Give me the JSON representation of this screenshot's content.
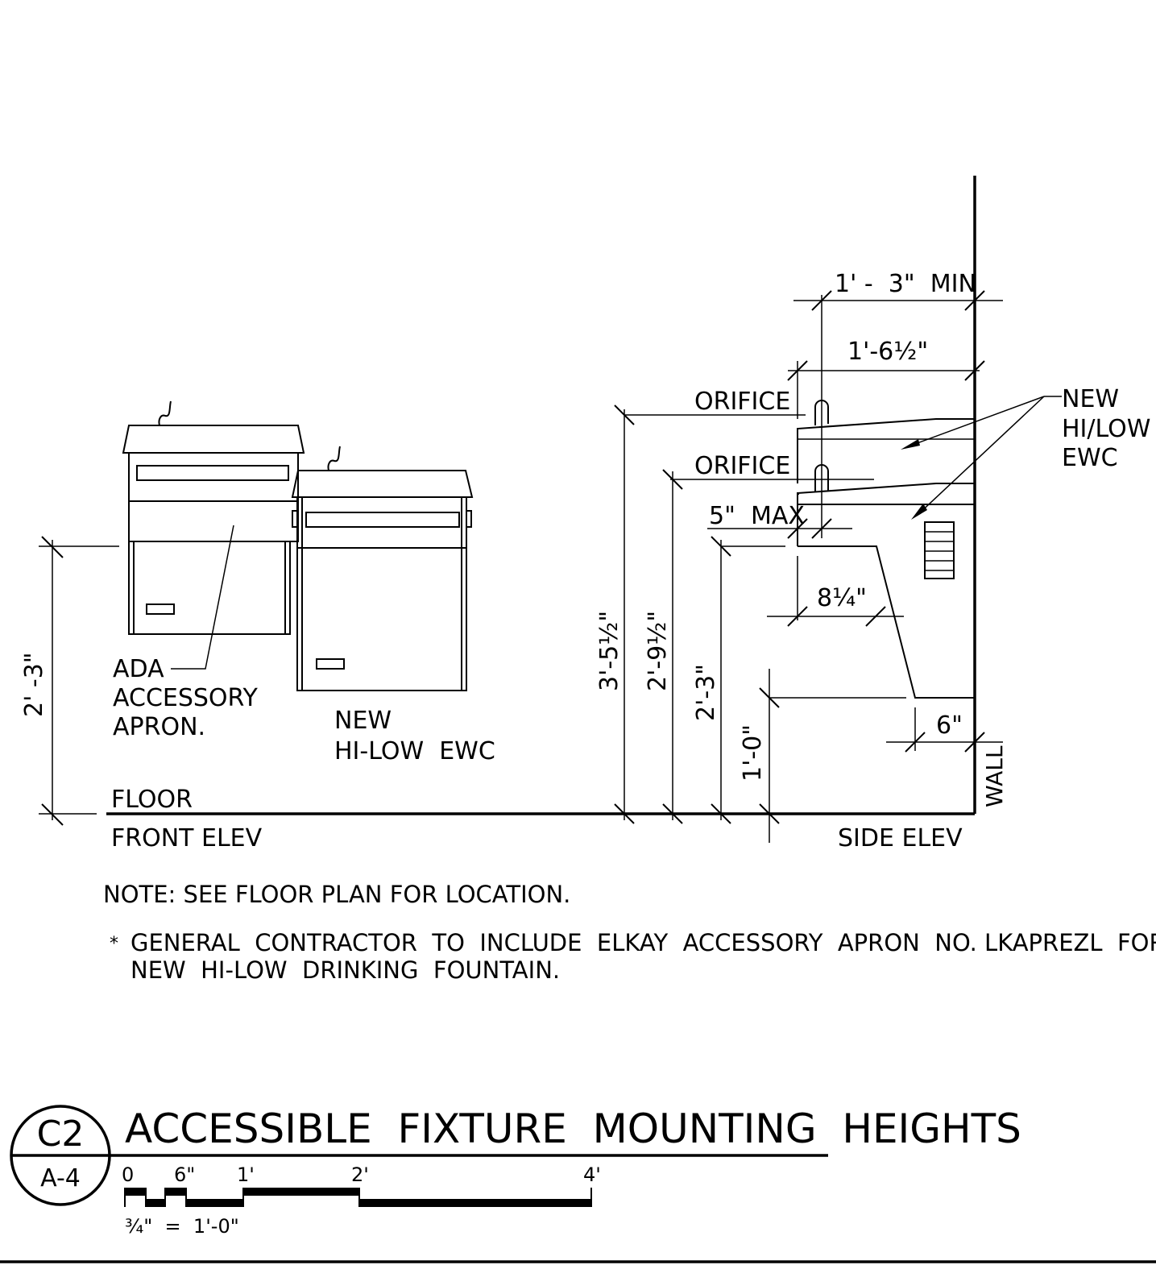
{
  "front_elevation": {
    "ada_label": [
      "ADA",
      "ACCESSORY",
      "APRON."
    ],
    "ewc_label": [
      "NEW",
      "HI-LOW  EWC"
    ],
    "floor_label": "FLOOR",
    "view_label": "FRONT ELEV",
    "dim_apron_height": "2' -3\""
  },
  "side_elevation": {
    "dim_min_projection": "1' -  3\"  MIN",
    "dim_projection": "1'-6½\"",
    "orifice_high_label": "ORIFICE",
    "orifice_low_label": "ORIFICE",
    "dim_5_max": "5\"  MAX",
    "dim_8_quarter": "8¼\"",
    "dim_6": "6\"",
    "dim_3_5_half": "3'-5½\"",
    "dim_2_9_half": "2'-9½\"",
    "dim_2_3": "2'-3\"",
    "dim_1_0": "1'-0\"",
    "ewc_label": [
      "NEW",
      "HI/LOW",
      "EWC"
    ],
    "wall_label": "WALL",
    "view_label": "SIDE ELEV"
  },
  "notes": {
    "note": "NOTE: SEE FLOOR PLAN FOR LOCATION.",
    "bullet": "*",
    "item_line1": "GENERAL  CONTRACTOR  TO  INCLUDE  ELKAY  ACCESSORY  APRON  NO. LKAPREZL  FOR",
    "item_line2": "NEW  HI-LOW  DRINKING  FOUNTAIN."
  },
  "title_block": {
    "detail_number": "C2",
    "sheet_number": "A-4",
    "title": "ACCESSIBLE  FIXTURE  MOUNTING  HEIGHTS",
    "scale_ticks": [
      "0",
      "6\"",
      "1'",
      "2'",
      "4'"
    ],
    "scale_note": "¾\"  =  1'-0\""
  }
}
